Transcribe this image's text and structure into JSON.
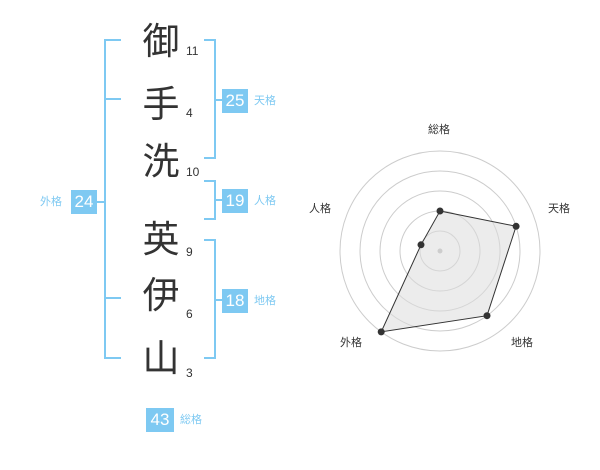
{
  "name": {
    "chars": [
      {
        "char": "御",
        "strokes": "11"
      },
      {
        "char": "手",
        "strokes": "4"
      },
      {
        "char": "洗",
        "strokes": "10"
      },
      {
        "char": "英",
        "strokes": "9"
      },
      {
        "char": "伊",
        "strokes": "6"
      },
      {
        "char": "山",
        "strokes": "3"
      }
    ]
  },
  "kaku": {
    "tenkaku": {
      "label": "天格",
      "value": "25"
    },
    "jinkaku": {
      "label": "人格",
      "value": "19"
    },
    "chikaku": {
      "label": "地格",
      "value": "18"
    },
    "gaikaku": {
      "label": "外格",
      "value": "24"
    },
    "soukaku": {
      "label": "総格",
      "value": "43"
    }
  },
  "chart_data": {
    "type": "radar",
    "axes": [
      "総格",
      "天格",
      "地格",
      "外格",
      "人格"
    ],
    "values": [
      2,
      4,
      4,
      5,
      1
    ],
    "max": 5,
    "grid": true
  },
  "colors": {
    "accent": "#7ec9f2",
    "text": "#333333",
    "grid": "#cccccc",
    "fill": "#eeeeee"
  }
}
